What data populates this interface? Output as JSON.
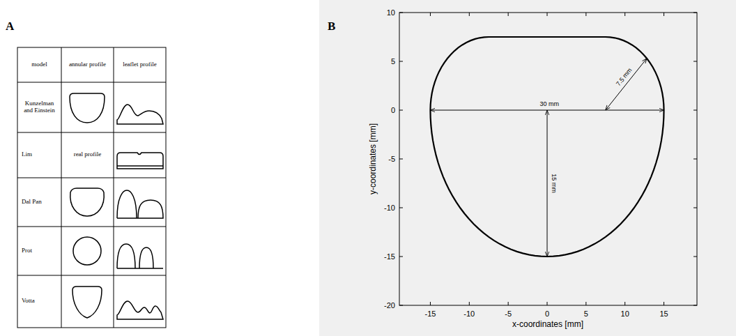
{
  "diagram": {
    "labels": [
      "A",
      "B",
      "model",
      "annular profile",
      "leaflet profile",
      "Kunzelman and Einstein",
      "Lim",
      "real profile",
      "Dal Pan",
      "Prot",
      "Votta",
      "10",
      "5",
      "0",
      "-5",
      "-10",
      "-15",
      "-20",
      "-15",
      "-10",
      "-5",
      "0",
      "5",
      "10",
      "15",
      "x-coordinates [mm]",
      "y-coordinates [mm]",
      "30 mm",
      "15 mm",
      "7.5 mm"
    ]
  }
}
